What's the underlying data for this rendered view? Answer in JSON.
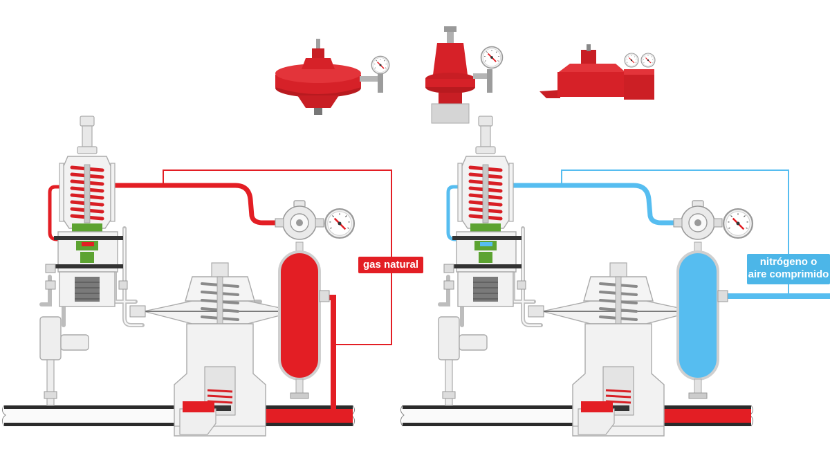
{
  "labels": {
    "gas_supply": "gas natural",
    "nitrogen_supply_line1": "nitrógeno o",
    "nitrogen_supply_line2": "aire comprimido"
  },
  "colors": {
    "gas": "#e31e24",
    "nitrogen": "#56bdf0",
    "equipment_outline": "#b8b8b8",
    "equipment_fill": "#efefef",
    "pipe_dark": "#2b2b2b",
    "spring": "#d81e24",
    "seat_green": "#5ca331"
  },
  "icons": {
    "gauge": "pressure-gauge-icon",
    "product_photos": [
      "diaphragm-regulator-with-gauge",
      "spring-regulator-with-gauge",
      "enclosed-regulator-with-two-gauges"
    ]
  },
  "schematics": [
    "gas-powered-pilot-schematic",
    "nitrogen-powered-pilot-schematic"
  ]
}
